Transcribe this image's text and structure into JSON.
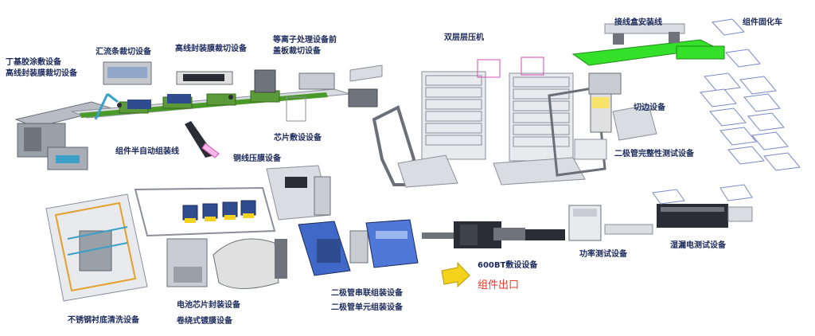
{
  "labels": {
    "glue_coating": "丁基胶涂敷设备",
    "hv_encap_cut": "高线封装膜裁切设备",
    "busbar_cut": "汇流条裁切设备",
    "hv_encap_film_cut": "高线封装膜裁切设备",
    "plasma_line1": "等离子处理设备前",
    "plasma_line2": "盖板裁切设备",
    "double_laminator": "双层层压机",
    "junction_box": "接线盒安装线",
    "curing_cart": "组件固化车",
    "semi_auto": "组件半自动组装线",
    "chip_layup": "芯片敷设设备",
    "trimming": "切边设备",
    "diode_test": "二极管完整性测试设备",
    "copper_film": "铜线压膜设备",
    "stainless_clean": "不锈钢衬底清洗设备",
    "cell_encap": "电池芯片封装设备",
    "roll_coating": "卷绕式镀膜设备",
    "diode_series": "二极管串联组装设备",
    "diode_unit": "二极管单元组装设备",
    "bt600": "600BT敷设设备",
    "module_exit": "组件出口",
    "power_test": "功率测试设备",
    "leakage_test": "湿漏电测试设备"
  },
  "colors": {
    "frame": "#8a8f99",
    "belt": "#4a9a2a",
    "lime": "#35e02a",
    "blue_panel": "#2f4c8f",
    "dark": "#2a2d33",
    "arrow": "#f2d21a",
    "text": "#1b2a5c",
    "exit_text": "#e8392b"
  }
}
